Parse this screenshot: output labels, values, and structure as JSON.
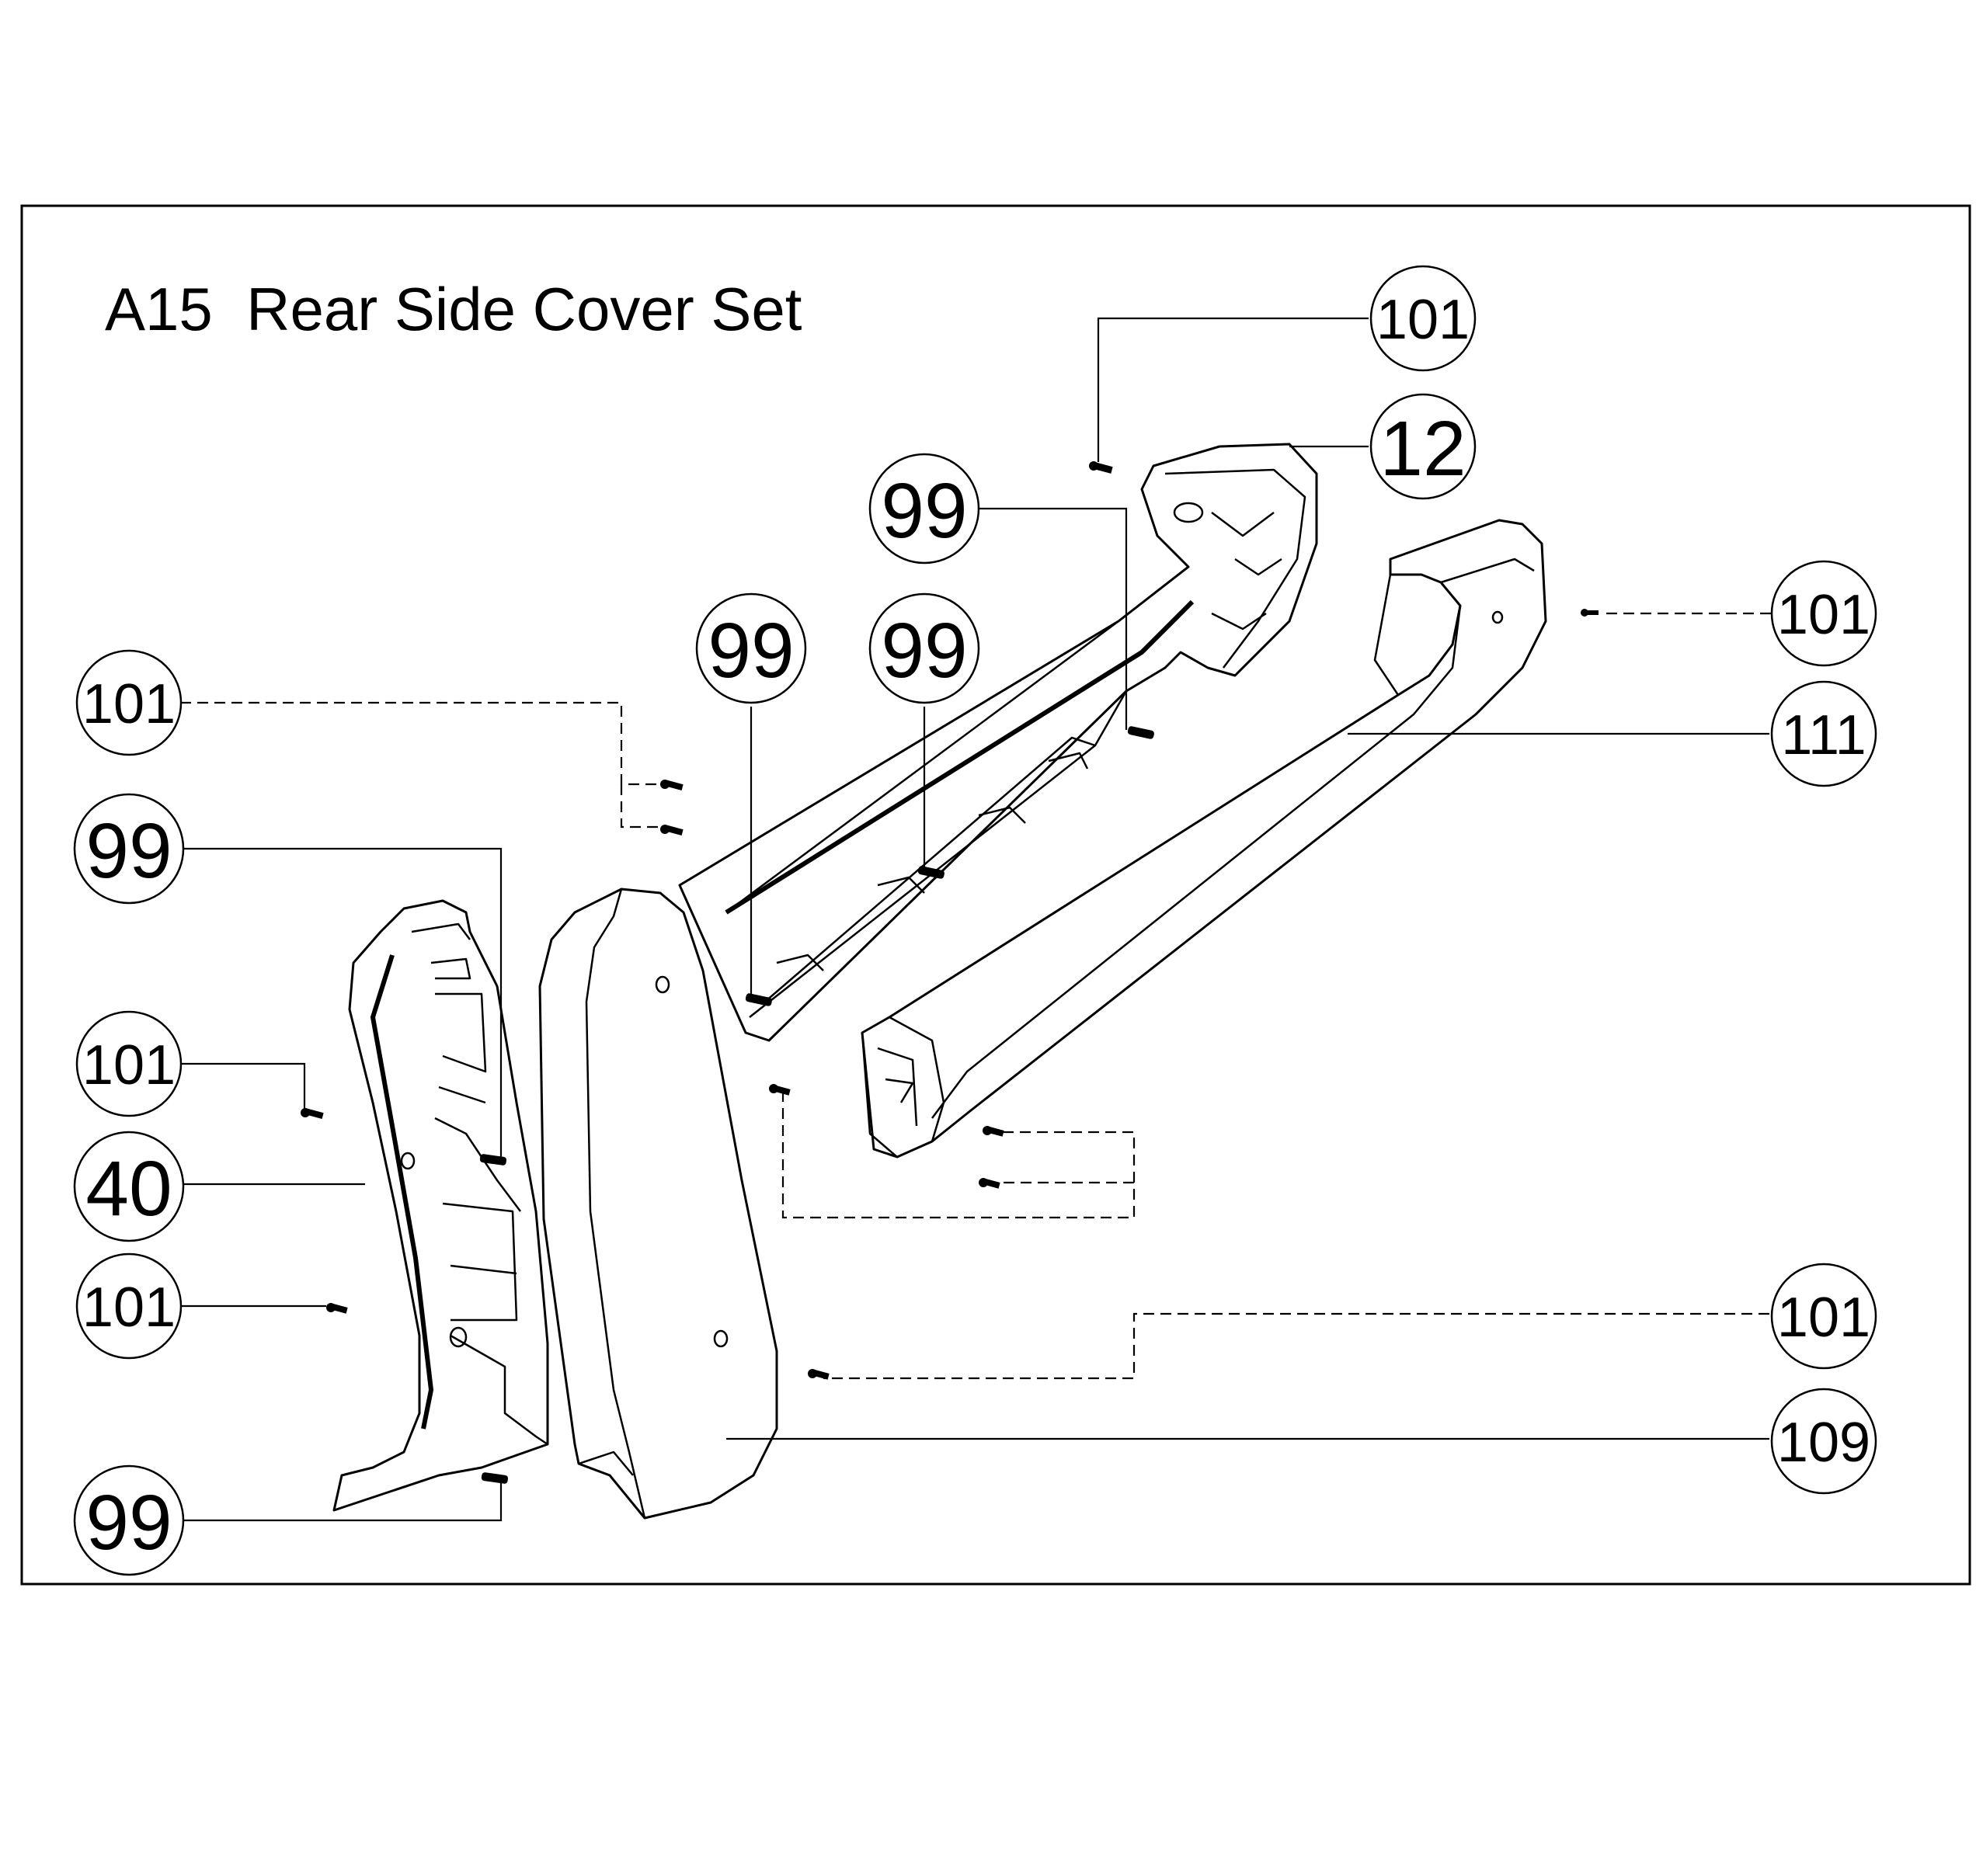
{
  "title": "A15  Rear Side Cover Set",
  "callouts": {
    "c101_top": "101",
    "c12": "12",
    "c99_a": "99",
    "c101_right_top": "101",
    "c99_b": "99",
    "c99_c": "99",
    "c111": "111",
    "c101_left_top": "101",
    "c99_left": "99",
    "c101_left_mid": "101",
    "c40": "40",
    "c101_left_low": "101",
    "c101_right_low": "101",
    "c109": "109",
    "c99_bottom": "99"
  }
}
